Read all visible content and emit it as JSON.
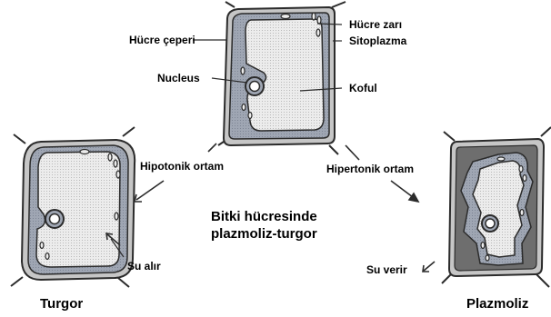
{
  "labels": {
    "cell_wall": "Hücre çeperi",
    "cell_membrane": "Hücre zarı",
    "cytoplasm": "Sitoplazma",
    "nucleus": "Nucleus",
    "vacuole": "Koful",
    "hypotonic": "Hipotonik ortam",
    "hypertonic": "Hipertonik ortam",
    "center_line1": "Bitki hücresinde",
    "center_line2": "plazmoliz-turgor",
    "water_in": "Su alır",
    "water_out": "Su verir",
    "turgor": "Turgor",
    "plasmolysis": "Plazmoliz"
  },
  "colors": {
    "wall_fill": "#c6c6c6",
    "wall_stroke": "#2b2b2b",
    "cytoplasm_fill": "#9fa6b3",
    "vacuole_fill": "#ececec",
    "plasmolysis_space": "#6e6e6e",
    "text": "#000000"
  }
}
